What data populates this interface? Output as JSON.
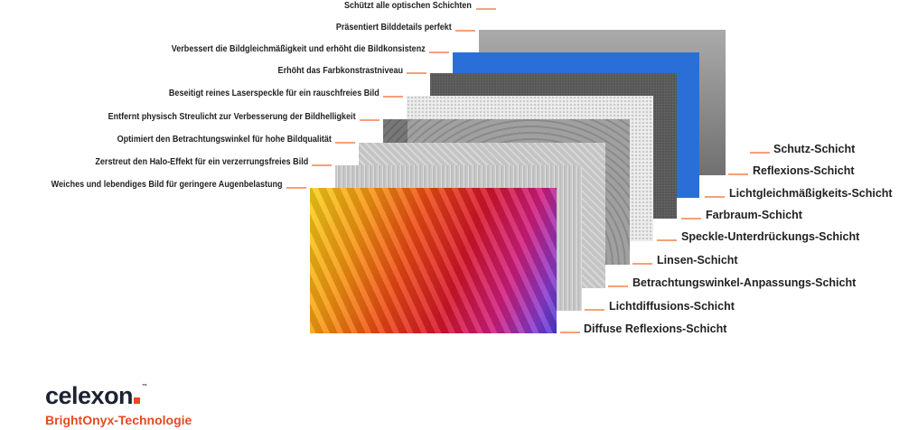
{
  "left_labels": [
    "Schützt alle optischen Schichten",
    "Präsentiert Bilddetails perfekt",
    "Verbessert die Bildgleichmäßigkeit und erhöht die Bildkonsistenz",
    "Erhöht das Farbkonstrastniveau",
    "Beseitigt reines Laserspeckle für ein rauschfreies Bild",
    "Entfernt physisch Streulicht zur Verbesserung der Bildhelligkeit",
    "Optimiert den Betrachtungswinkel für hohe Bildqualität",
    "Zerstreut den Halo-Effekt für ein verzerrungsfreies Bild",
    "Weiches und lebendiges Bild für geringere Augenbelastung"
  ],
  "right_labels": [
    "Schutz-Schicht",
    "Reflexions-Schicht",
    "Lichtgleichmäßigkeits-Schicht",
    "Farbraum-Schicht",
    "Speckle-Unterdrückungs-Schicht",
    "Linsen-Schicht",
    "Betrachtungswinkel-Anpassungs-Schicht",
    "Lichtdiffusions-Schicht",
    "Diffuse Reflexions-Schicht"
  ],
  "logo": {
    "brand": "celexon",
    "tm": "™",
    "tagline": "BrightOnyx-Technologie"
  },
  "colors": {
    "accent": "#e8491d",
    "blue": "#2a6fd8"
  }
}
